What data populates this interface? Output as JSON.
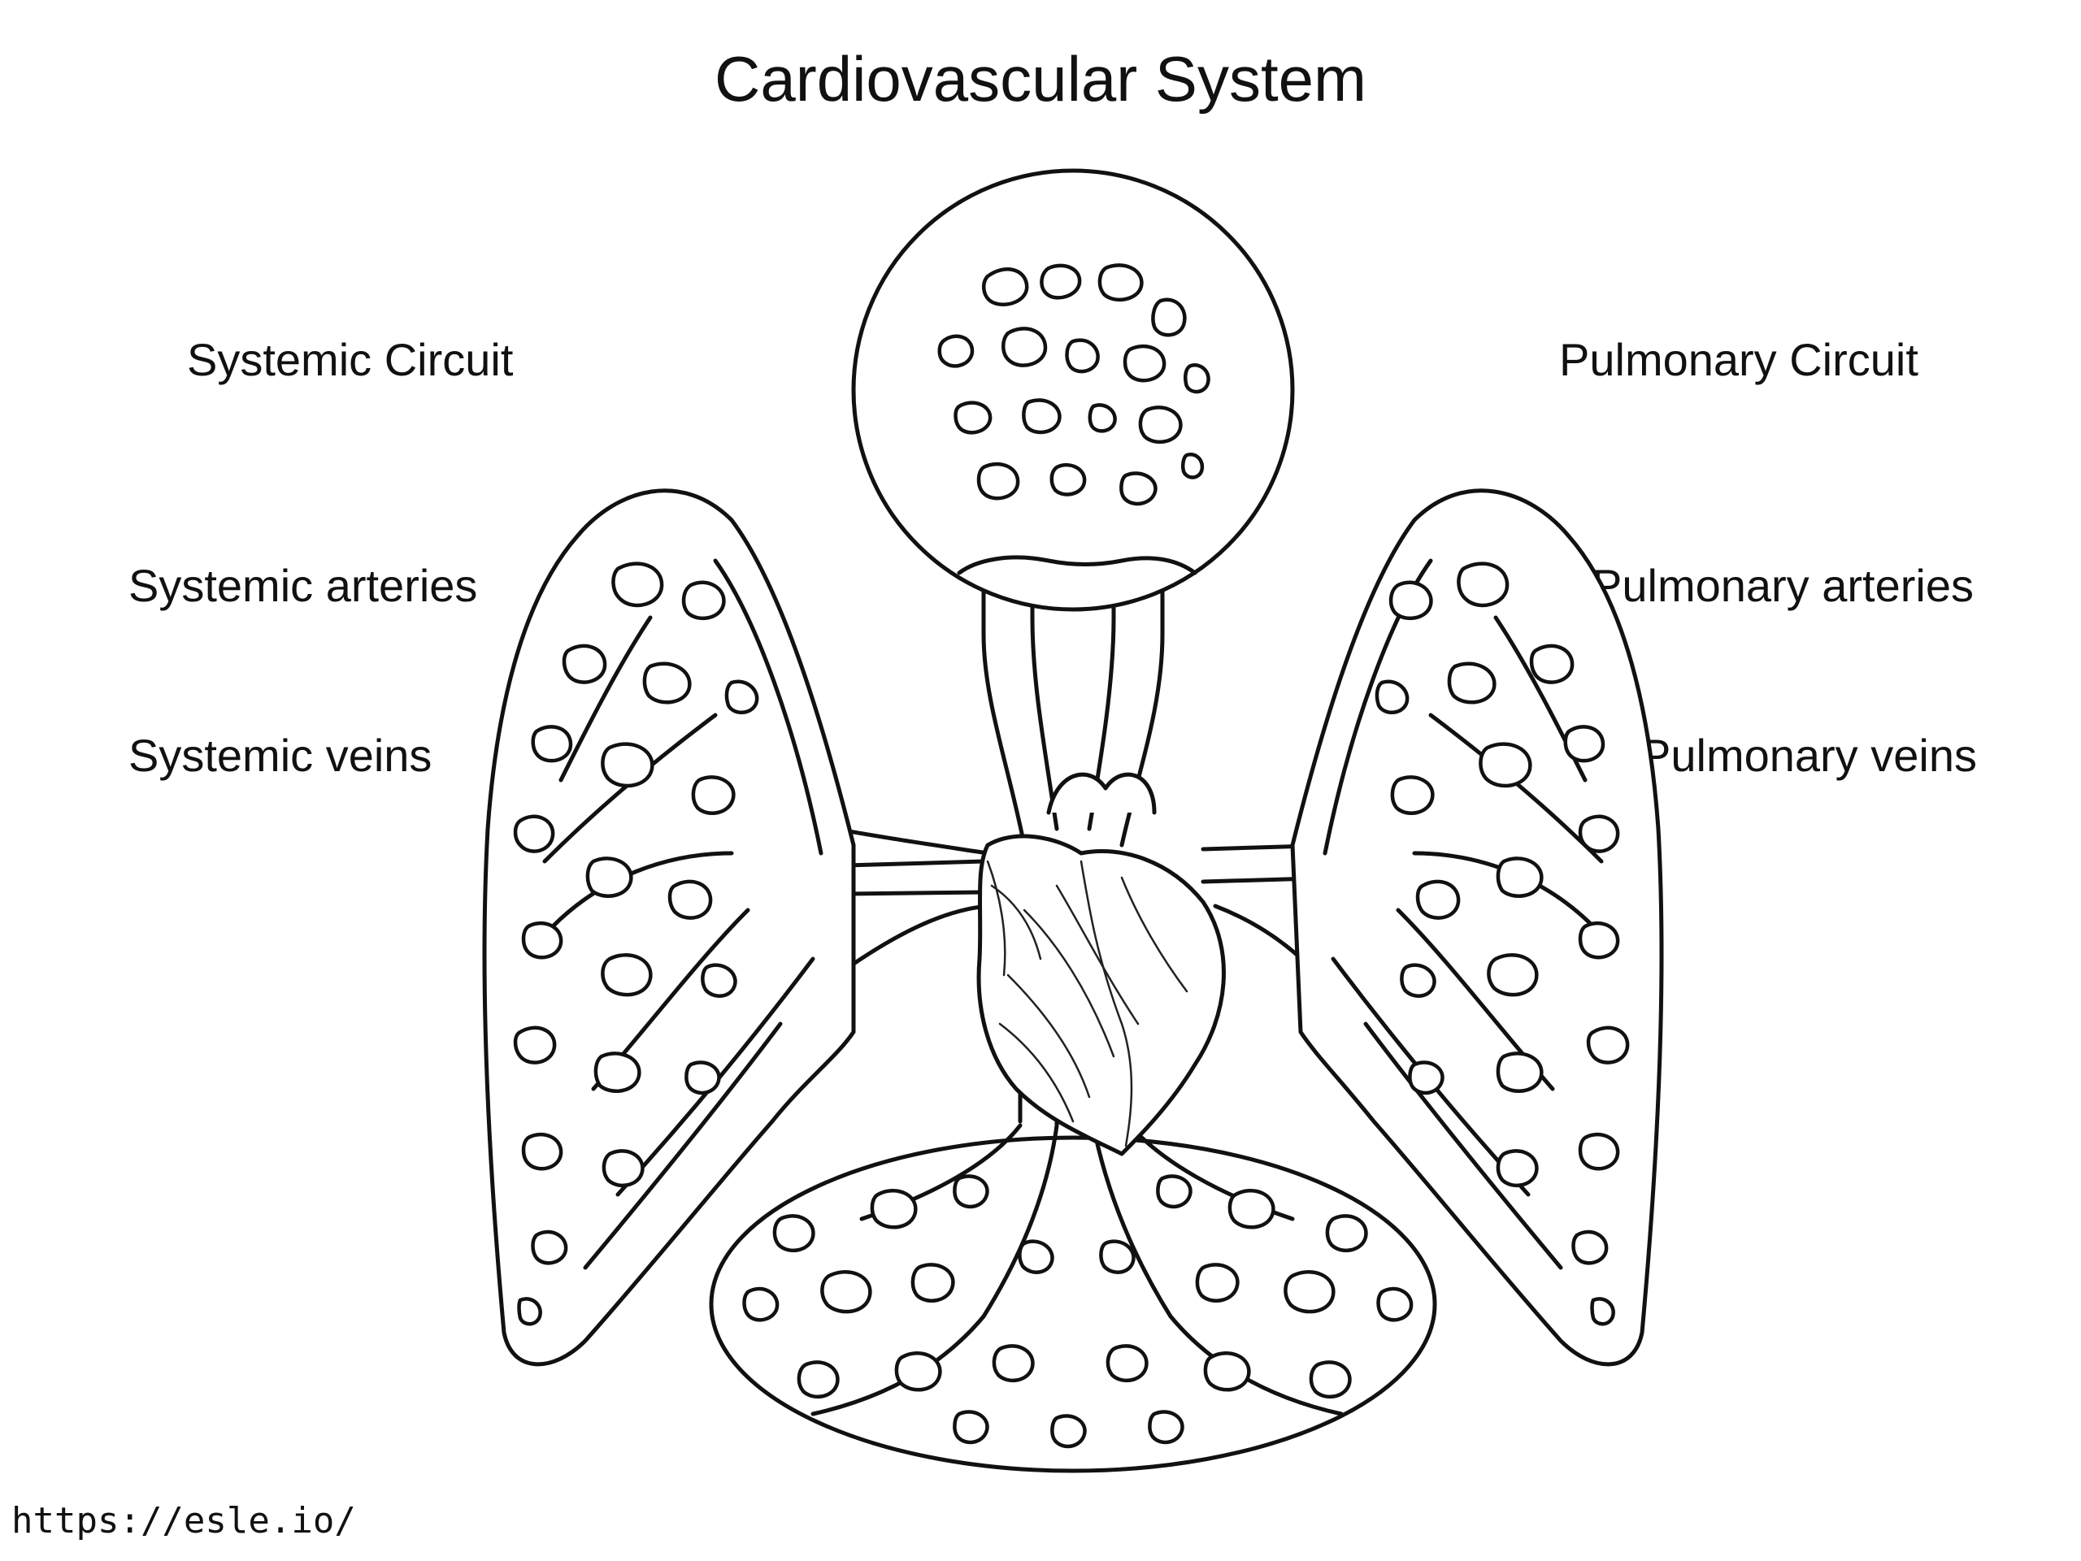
{
  "title": "Cardiovascular System",
  "labels": {
    "left": [
      "Systemic Circuit",
      "Systemic arteries",
      "Systemic veins"
    ],
    "right": [
      "Pulmonary Circuit",
      "Pulmonary arteries",
      "Pulmonary veins"
    ]
  },
  "watermark": "https://esle.io/",
  "colors": {
    "line": "#111111",
    "background": "#ffffff"
  }
}
